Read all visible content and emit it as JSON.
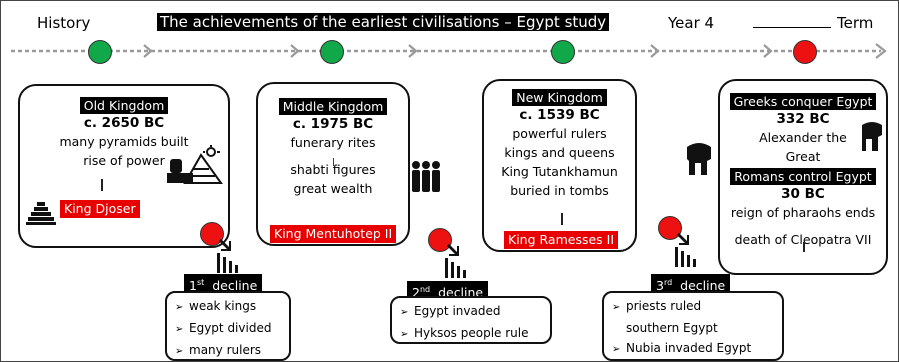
{
  "header": {
    "subject": "History",
    "title": "The achievements of the earliest civilisations – Egypt study",
    "year": "Year 4",
    "term": "Term"
  },
  "periods": [
    {
      "id": "old",
      "title": "Old Kingdom",
      "date": "c. 2650 BC",
      "lines": [
        "many pyramids built",
        "rise of power"
      ],
      "ruler": "King Djoser",
      "icon": "pyramid-icon"
    },
    {
      "id": "middle",
      "title": "Middle Kingdom",
      "date": "c. 1975 BC",
      "lines": [
        "funerary rites",
        "shabti figures",
        "great wealth"
      ],
      "ruler": "King Mentuhotep II",
      "icon": "shabti-figures-icon"
    },
    {
      "id": "new",
      "title": "New Kingdom",
      "date": "c. 1539 BC",
      "lines": [
        "powerful rulers",
        "kings and queens",
        "King Tutankhamun",
        "buried in tombs"
      ],
      "ruler": "King Ramesses II"
    },
    {
      "id": "late",
      "greeks_title": "Greeks conquer Egypt",
      "greeks_date": "332 BC",
      "greeks_lines": [
        "Alexander the",
        "Great"
      ],
      "romans_title": "Romans control Egypt",
      "romans_date": "30 BC",
      "romans_lines": [
        "reign of pharaohs ends",
        "death of Cleopatra VII"
      ],
      "icon": "warrior-helmet-icon"
    }
  ],
  "declines": [
    {
      "ordinal": "1",
      "suffix": "st",
      "word": "decline",
      "items": [
        "weak kings",
        "Egypt divided",
        "many rulers"
      ]
    },
    {
      "ordinal": "2",
      "suffix": "nd",
      "word": "decline",
      "items": [
        "Egypt invaded",
        "Hyksos people rule"
      ]
    },
    {
      "ordinal": "3",
      "suffix": "rd",
      "word": "decline",
      "items": [
        "priests ruled",
        "southern Egypt",
        "Nubia invaded Egypt"
      ]
    }
  ],
  "colors": {
    "green": "#11a84a",
    "red": "#ee1111",
    "ruler_bg": "#e80000",
    "timeline": "#999999"
  },
  "bullet_glyph": "➢"
}
